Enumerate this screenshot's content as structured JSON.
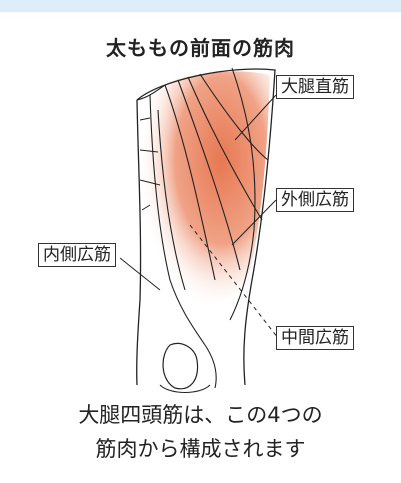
{
  "title": "太ももの前面の筋肉",
  "labels": {
    "rectus_femoris": "大腿直筋",
    "vastus_lateralis": "外側広筋",
    "vastus_medialis": "内側広筋",
    "vastus_intermedius": "中間広筋"
  },
  "caption": {
    "line1": "大腿四頭筋は、この4つの",
    "line2": "筋肉から構成されます"
  },
  "colors": {
    "muscle_fill": "#ec8f6a",
    "outline": "#222222",
    "header_band": "#ddeef8"
  }
}
